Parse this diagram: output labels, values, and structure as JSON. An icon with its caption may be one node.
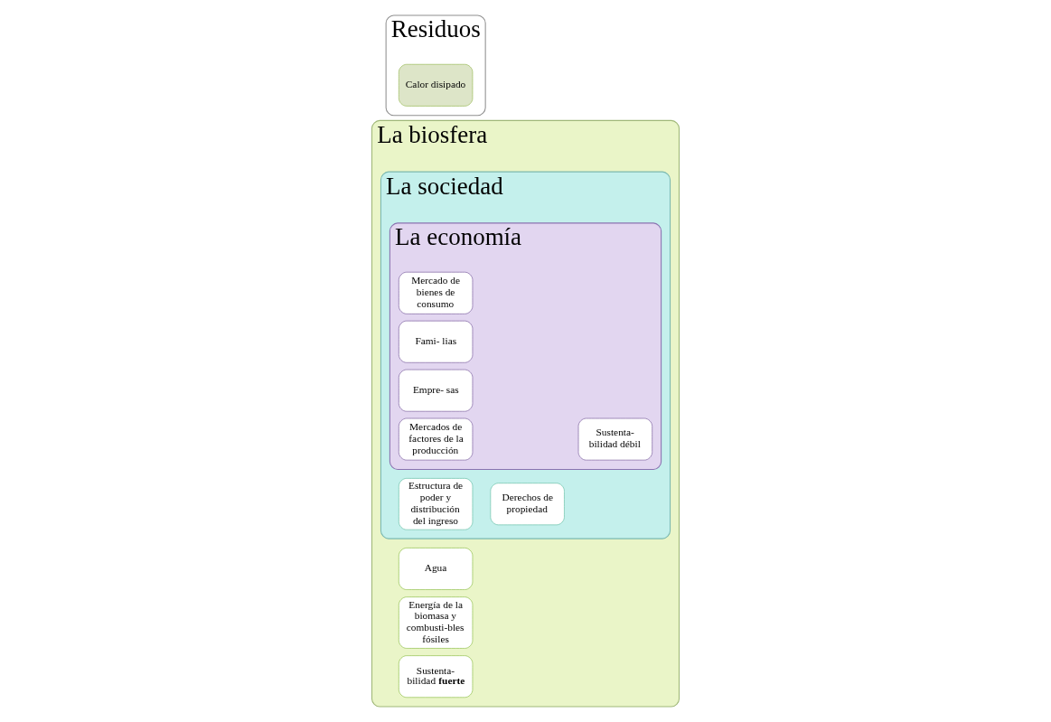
{
  "diagram": {
    "nodes": [
      {
        "text": [
          "La biosfera"
        ]
      },
      {
        "text": [
          "Agua"
        ],
        "in": 0
      },
      {
        "text": [
          "Energía de la biomasa y combusti-bles fósiles"
        ],
        "in": 0
      },
      {
        "text": [
          "Sustenta- bilidad **fuerte**"
        ],
        "in": 0
      },
      {
        "text": [
          "La sociedad"
        ],
        "in": 0
      },
      {
        "text": [
          "Derechos de propiedad"
        ],
        "in": 4
      },
      {
        "text": [
          "Estructura de poder y distribución del ingreso"
        ],
        "in": 4
      },
      {
        "text": [
          "La economía"
        ],
        "in": 4
      },
      {
        "text": [
          "Sustenta- bilidad débil"
        ],
        "in": 7
      },
      {
        "text": [
          "Mercado de bienes de consumo"
        ],
        "in": 7
      },
      {
        "text": [
          "Fami- lias"
        ],
        "in": 7
      },
      {
        "text": [
          "Empre- sas"
        ],
        "in": 7
      },
      {
        "text": [
          "Mercados de factores de la producción"
        ],
        "in": 7
      },
      {
        "text": [
          "Residuos"
        ]
      },
      {
        "text": [
          "Calor disipado"
        ],
        "in": 13
      }
    ]
  }
}
